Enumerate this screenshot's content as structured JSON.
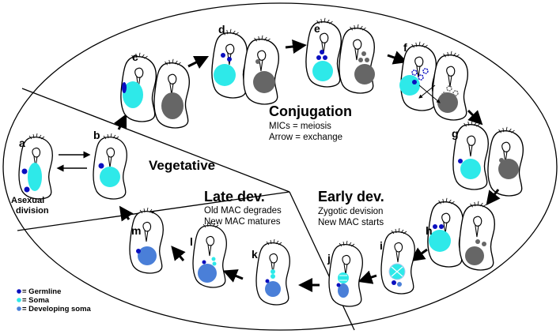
{
  "colors": {
    "germline": "#0a0fbf",
    "soma": "#2ee9e9",
    "developing_soma": "#4a7fd8",
    "old_mac": "#666666",
    "ring": "#b3c8ef"
  },
  "stage_letters": {
    "a": "a",
    "b": "b",
    "c": "c",
    "d": "d",
    "e": "e",
    "f": "f",
    "g": "g",
    "h": "h",
    "i": "i",
    "j": "j",
    "k": "k",
    "l": "l",
    "m": "m"
  },
  "sections": {
    "conjugation": {
      "title": "Conjugation",
      "line1": "MICs = meiosis",
      "line2": "Arrow = exchange"
    },
    "vegetative": {
      "title": "Vegetative",
      "asexual_line1": "Asexual",
      "asexual_line2": "division"
    },
    "early_dev": {
      "title": "Early dev.",
      "line1": "Zygotic devision",
      "line2": "New MAC starts"
    },
    "late_dev": {
      "title": "Late dev.",
      "line1": "Old MAC degrades",
      "line2": "New MAC matures"
    }
  },
  "legend": {
    "germline": "= Germline",
    "soma": "= Soma",
    "developing_soma": "= Developing soma"
  }
}
